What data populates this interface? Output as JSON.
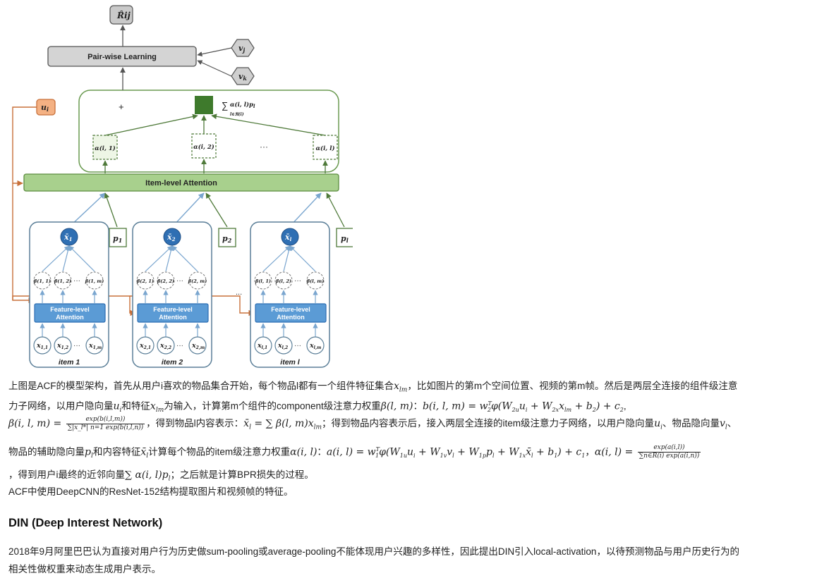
{
  "diagram": {
    "output_node": "R̂ij",
    "pairwise_label": "Pair-wise Learning",
    "vj": "v",
    "vj_sub": "j",
    "vk": "v",
    "vk_sub": "k",
    "ui": "u",
    "ui_sub": "i",
    "plus": "+",
    "sum_expr": "α(i, l)p",
    "sum_sub": "l∈ℜ(i)",
    "alpha1": "α(i, 1)",
    "alpha2": "α(i, 2)",
    "alphal": "α(i, l)",
    "ellipsis": "···",
    "item_attention": "Item-level Attention",
    "p1": "p",
    "p1_sub": "1",
    "p2": "p",
    "p2_sub": "2",
    "pl": "p",
    "pl_sub": "l",
    "feature_attention_line1": "Feature-level",
    "feature_attention_line2": "Attention",
    "item1": "item 1",
    "item2": "item 2",
    "iteml": "item l",
    "xbar1": "x̄",
    "xbar1_sub": "1",
    "xbar2": "x̄",
    "xbar2_sub": "2",
    "xbarl": "x̄",
    "xbarl_sub": "l",
    "beta1": [
      "β(1, 1)",
      "β(1, 2)",
      "β(1, m)"
    ],
    "beta2": [
      "β(2, 1)",
      "β(2, 2)",
      "β(2, m)"
    ],
    "betal": [
      "β(l, 1)",
      "β(l, 2)",
      "β(l, m)"
    ],
    "x1": [
      "x",
      "x",
      "x"
    ],
    "x1_sub": [
      "1,1",
      "1,2",
      "1,m"
    ],
    "x2_sub": [
      "2,1",
      "2,2",
      "2,m"
    ],
    "xl_sub": [
      "l,1",
      "l,2",
      "l,m"
    ],
    "mid_ellipsis": "..."
  },
  "text": {
    "p1_a": "上图是ACF的模型架构，首先从用户i喜欢的物品集合开始，每个物品l都有一个组件特征集合",
    "p1_b": "，比如图片的第m个空间位置、视频的第m帧。然后是两层全连接的组件级注意",
    "p2_a": "力子网络，以用户隐向量",
    "p2_b": "和特征",
    "p2_c": "为输入，计算第m个组件的component级注意力权重",
    "p2_d": "：",
    "p3_a": "，得到物品l内容表示：",
    "p3_b": "；得到物品内容表示后，接入两层全连接的item级注意力子网络，以用户隐向量",
    "p3_c": "、物品隐向量",
    "p3_d": "、",
    "p4_a": "物品的辅助隐向量",
    "p4_b": "和内容特征",
    "p4_c": "计算每个物品的item级注意力权重",
    "p4_d": "：",
    "p4_e": "，",
    "p5_a": "，得到用户i最终的近邻向量",
    "p5_b": "；之后就是计算BPR损失的过程。",
    "p6": "ACF中使用DeepCNN的ResNet-152结构提取图片和视频帧的特征。",
    "heading": "DIN (Deep Interest Network)",
    "p7": "2018年9月阿里巴巴认为直接对用户行为历史做sum-pooling或average-pooling不能体现用户兴趣的多样性，因此提出DIN引入local-activation，以待预测物品与用户历史行为的",
    "p8": "相关性做权重来动态生成用户表示。"
  },
  "math": {
    "x_lm": "x",
    "x_lm_sub": "lm",
    "u_i": "u",
    "u_i_sub": "i",
    "beta_lm": "β(l, m)",
    "b_eq": "b(i, l, m) = w",
    "b_eq_sup": "T",
    "b_eq_sub": "2",
    "b_eq_rest": "φ(W",
    "b_eq_w2u": "2u",
    "b_eq_mid": "u",
    "b_eq_i": "i",
    "b_eq_plus": " + W",
    "b_eq_w2x": "2x",
    "b_eq_x": "x",
    "b_eq_xlm": "lm",
    "b_eq_tail": " + b",
    "b_eq_b2": "2",
    "b_eq_end": ") + c",
    "b_eq_c2": "2",
    "beta_def": "β(i, l, m) = ",
    "beta_num": "exp(b(i,l,m))",
    "beta_den": "∑|x_l*| n=1 exp(b(i,l,n))",
    "xbar_def": "x̄",
    "xbar_def_sub": "l",
    "xbar_rhs": " = ∑ β(l, m)x",
    "xbar_rhs_sub": "lm",
    "v_l": "v",
    "v_l_sub": "l",
    "p_l": "p",
    "p_l_sub": "l",
    "alpha_il": "α(i, l)",
    "a_eq": "a(i, l) = w",
    "a_eq_sup": "T",
    "a_eq_sub": "1",
    "a_eq_rest": "φ(W",
    "a_eq_w1u": "1u",
    "a_eq_u": "u",
    "a_eq_i": "i",
    "a_eq_p1": " + W",
    "a_eq_w1v": "1v",
    "a_eq_v": "v",
    "a_eq_l": "l",
    "a_eq_p2": " + W",
    "a_eq_w1p": "1p",
    "a_eq_p": "p",
    "a_eq_pl": "l",
    "a_eq_p3": " + W",
    "a_eq_w1x": "1x",
    "a_eq_xb": "x̄",
    "a_eq_xl": "l",
    "a_eq_tail": " + b",
    "a_eq_b1": "1",
    "a_eq_end": ") + c",
    "a_eq_c1": "1",
    "alpha_def": "α(i, l) = ",
    "alpha_num": "exp(a(i,l))",
    "alpha_den": "∑n∈R(i) exp(a(i,n))",
    "sum_nb": "∑ α(i, l)p",
    "sum_nb_sub": "l"
  }
}
